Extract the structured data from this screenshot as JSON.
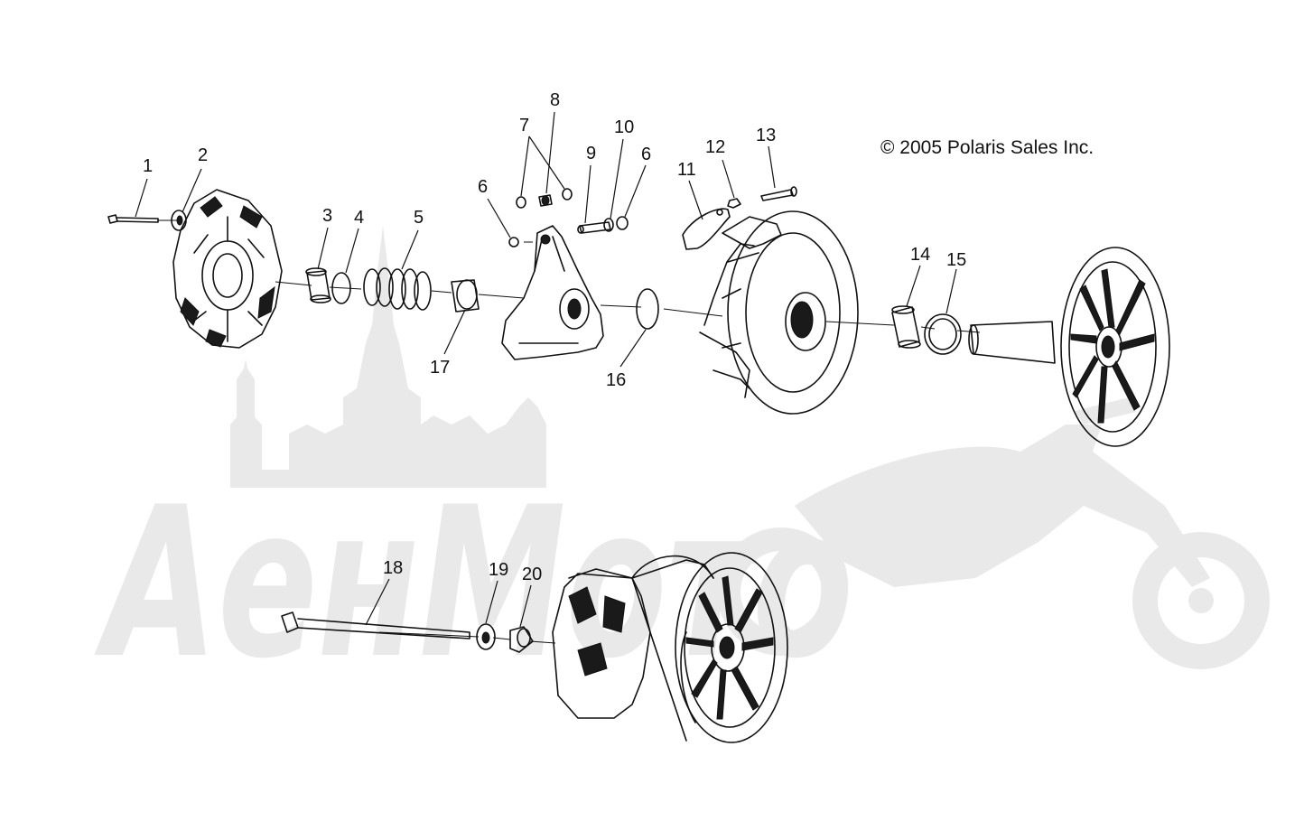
{
  "copyright": "© 2005 Polaris Sales Inc.",
  "watermark": {
    "text": "АенМото",
    "color": "#e9e9e9"
  },
  "callouts": [
    {
      "id": "1",
      "label": "1"
    },
    {
      "id": "2",
      "label": "2"
    },
    {
      "id": "3",
      "label": "3"
    },
    {
      "id": "4",
      "label": "4"
    },
    {
      "id": "5",
      "label": "5"
    },
    {
      "id": "6a",
      "label": "6"
    },
    {
      "id": "6b",
      "label": "6"
    },
    {
      "id": "7",
      "label": "7"
    },
    {
      "id": "8",
      "label": "8"
    },
    {
      "id": "9",
      "label": "9"
    },
    {
      "id": "10",
      "label": "10"
    },
    {
      "id": "11",
      "label": "11"
    },
    {
      "id": "12",
      "label": "12"
    },
    {
      "id": "13",
      "label": "13"
    },
    {
      "id": "14",
      "label": "14"
    },
    {
      "id": "15",
      "label": "15"
    },
    {
      "id": "16",
      "label": "16"
    },
    {
      "id": "17",
      "label": "17"
    },
    {
      "id": "18",
      "label": "18"
    },
    {
      "id": "19",
      "label": "19"
    },
    {
      "id": "20",
      "label": "20"
    }
  ]
}
